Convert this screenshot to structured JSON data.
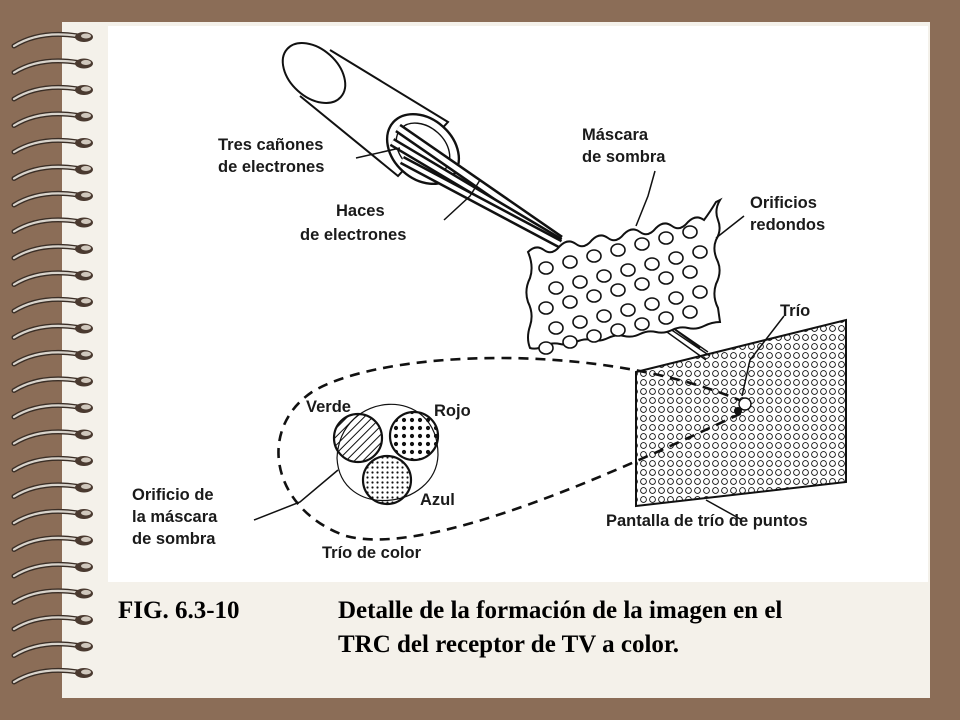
{
  "diagram": {
    "labels": {
      "guns": [
        "Tres cañones",
        "de electrones"
      ],
      "beams": [
        "Haces",
        "de electrones"
      ],
      "mask": [
        "Máscara",
        "de sombra"
      ],
      "holes": [
        "Orificios",
        "redondos"
      ],
      "trio": "Trío",
      "screen": "Pantalla de trío de puntos",
      "verde": "Verde",
      "rojo": "Rojo",
      "azul": "Azul",
      "mask_hole": [
        "Orificio de",
        "la máscara",
        "de sombra"
      ],
      "color_trio": "Trío de color"
    }
  },
  "caption": {
    "fig": "FIG.  6.3-10",
    "text": [
      "Detalle de la formación de la imagen en el",
      "TRC del receptor de TV a color."
    ]
  }
}
